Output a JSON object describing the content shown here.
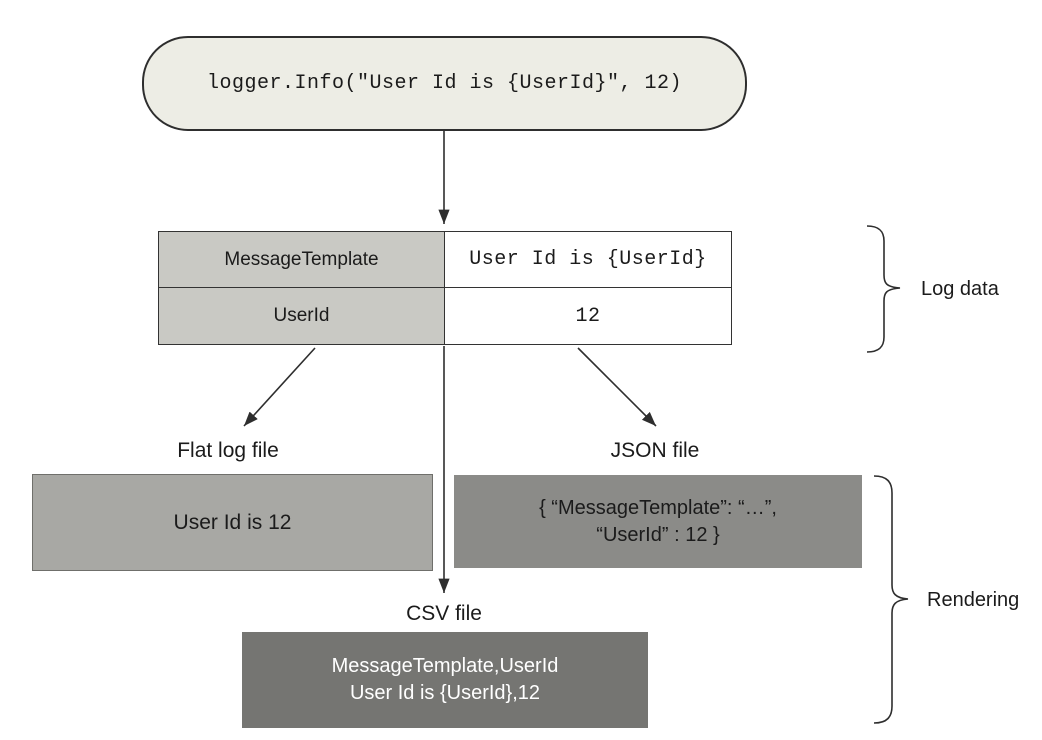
{
  "code_box": {
    "code": "logger.Info(\"User Id is {UserId}\", 12)"
  },
  "log_table": {
    "rows": [
      {
        "key": "MessageTemplate",
        "value": "User Id is {UserId}"
      },
      {
        "key": "UserId",
        "value": "12"
      }
    ],
    "brace_label": "Log data"
  },
  "rendering": {
    "brace_label": "Rendering",
    "flat": {
      "label": "Flat log file",
      "content": "User Id is 12"
    },
    "json": {
      "label": "JSON file",
      "line1": "{ “MessageTemplate”: “…”,",
      "line2": "“UserId” : 12 }"
    },
    "csv": {
      "label": "CSV file",
      "line1": "MessageTemplate,UserId",
      "line2": "User Id is {UserId},12"
    }
  },
  "colors": {
    "code_box_bg": "#EDEDE5",
    "table_key_bg": "#C9C9C4",
    "flat_box_bg": "#A8A8A4",
    "json_box_bg": "#8B8B88",
    "csv_box_bg": "#757572",
    "line": "#2E2E2E"
  }
}
